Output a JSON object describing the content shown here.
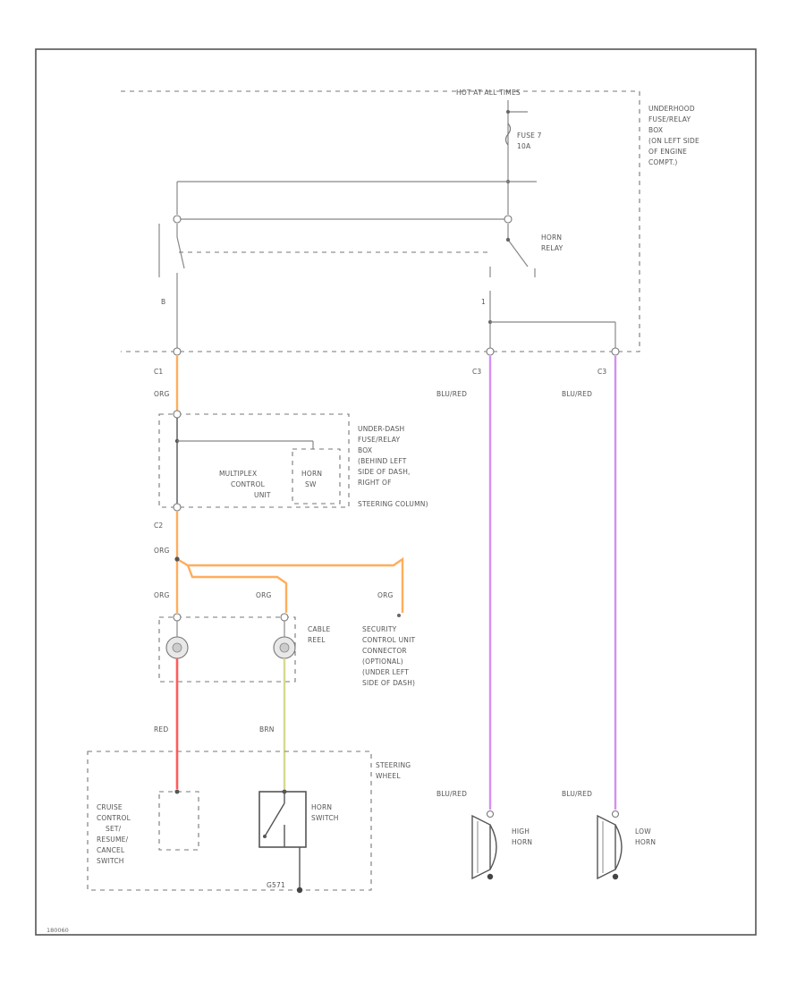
{
  "colors": {
    "orange": "#ffad5c",
    "red": "#ff5c5c",
    "yellow": "#d8d88f",
    "violet": "#d58ef2",
    "wire_gray": "#888888",
    "frame": "#555555"
  },
  "labels": {
    "hot_at_all_times": "HOT AT ALL TIMES",
    "fuse": "FUSE 7",
    "fuse_amp": "10A",
    "horn_relay_1": "HORN",
    "horn_relay_2": "RELAY",
    "pin_b": "B",
    "pin_1": "1",
    "underhood_box": [
      "UNDERHOOD",
      "FUSE/RELAY",
      "BOX",
      "(ON LEFT SIDE",
      "OF ENGINE",
      "COMPT.)"
    ],
    "c1": "C1",
    "c2": "C2",
    "c3": "C3",
    "org": "ORG",
    "blu_red": "BLU/RED",
    "underdash_box": [
      "UNDER-DASH",
      "FUSE/RELAY",
      "BOX",
      "(BEHIND LEFT",
      "SIDE OF DASH,",
      "RIGHT OF",
      "STEERING COLUMN)"
    ],
    "multiplex": [
      "MULTIPLEX",
      "CONTROL",
      "UNIT"
    ],
    "horn_sw_box": [
      "HORN",
      "SW"
    ],
    "security": [
      "SECURITY",
      "CONTROL UNIT",
      "CONNECTOR",
      "(OPTIONAL)",
      "(UNDER LEFT",
      "SIDE OF DASH)"
    ],
    "cable_reel": [
      "CABLE",
      "REEL"
    ],
    "red": "RED",
    "brn": "BRN",
    "steering_wheel": [
      "STEERING",
      "WHEEL"
    ],
    "cruise_switch": [
      "CRUISE",
      "CONTROL",
      "SET/",
      "RESUME/",
      "CANCEL",
      "SWITCH"
    ],
    "horn_switch": [
      "HORN",
      "SWITCH"
    ],
    "gnd": "G571",
    "high_horn": [
      "HIGH",
      "HORN"
    ],
    "low_horn": [
      "LOW",
      "HORN"
    ],
    "footer": "180060"
  }
}
